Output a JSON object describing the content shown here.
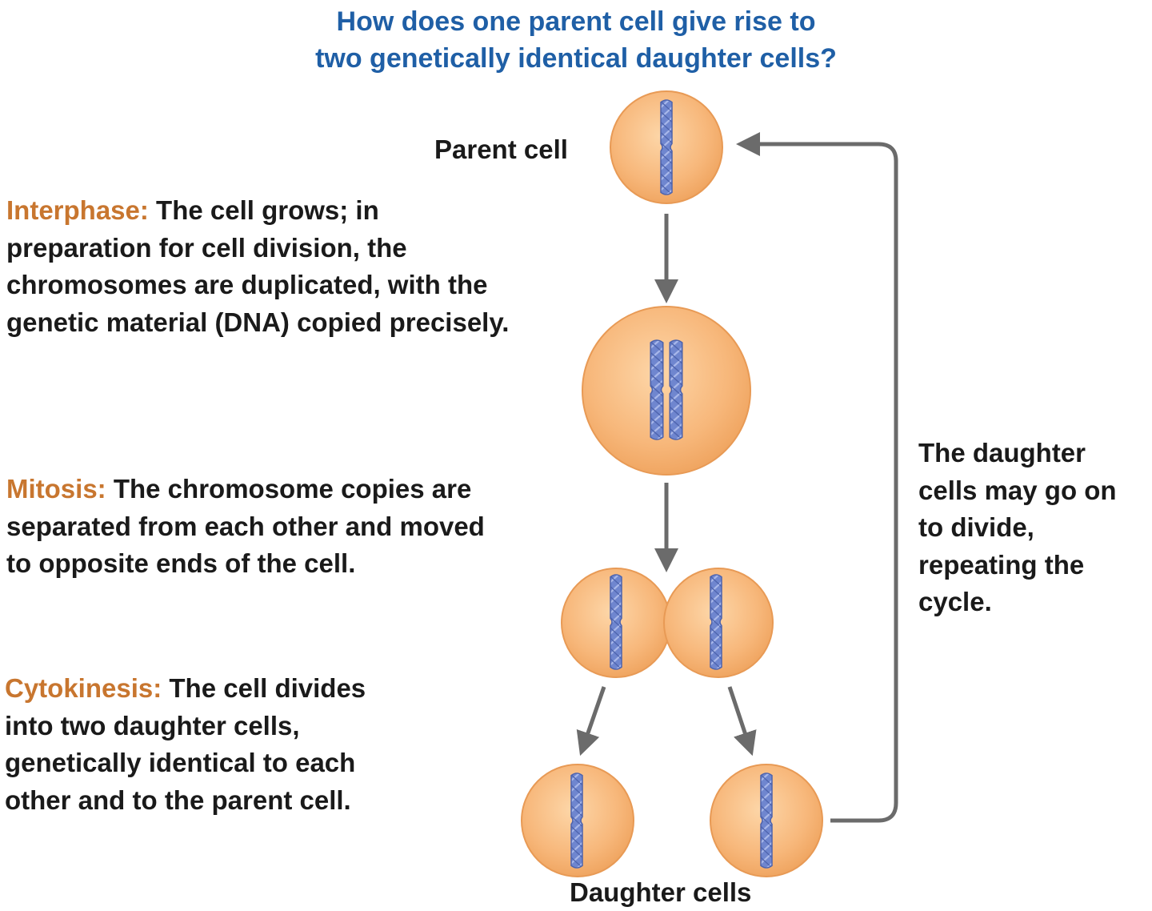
{
  "title": {
    "line1": "How does one parent cell give rise to",
    "line2": "two genetically identical daughter cells?"
  },
  "labels": {
    "parent_cell": "Parent cell",
    "daughter_cells": "Daughter cells"
  },
  "interphase": {
    "term": "Interphase:",
    "line1": " The cell grows; in",
    "line2": "preparation for cell division, the",
    "line3": "chromosomes are duplicated, with the",
    "line4": "genetic material (DNA) copied precisely."
  },
  "mitosis": {
    "term": "Mitosis:",
    "line1": " The chromosome copies are",
    "line2": "separated from each other and moved",
    "line3": "to opposite ends of the cell."
  },
  "cytokinesis": {
    "term": "Cytokinesis:",
    "line1": " The cell divides",
    "line2": "into two daughter cells,",
    "line3": "genetically identical to each",
    "line4": "other and to the parent cell."
  },
  "cycle_note": {
    "line1": "The daughter",
    "line2": "cells may go on",
    "line3": "to divide,",
    "line4": "repeating the",
    "line5": "cycle."
  },
  "colors": {
    "title": "#1f5fa6",
    "phase_term": "#c8762f",
    "cell_fill": "#f7b77a",
    "cell_edge": "#e89a55",
    "chromosome": "#6f86cf",
    "arrow": "#6b6b6b"
  }
}
